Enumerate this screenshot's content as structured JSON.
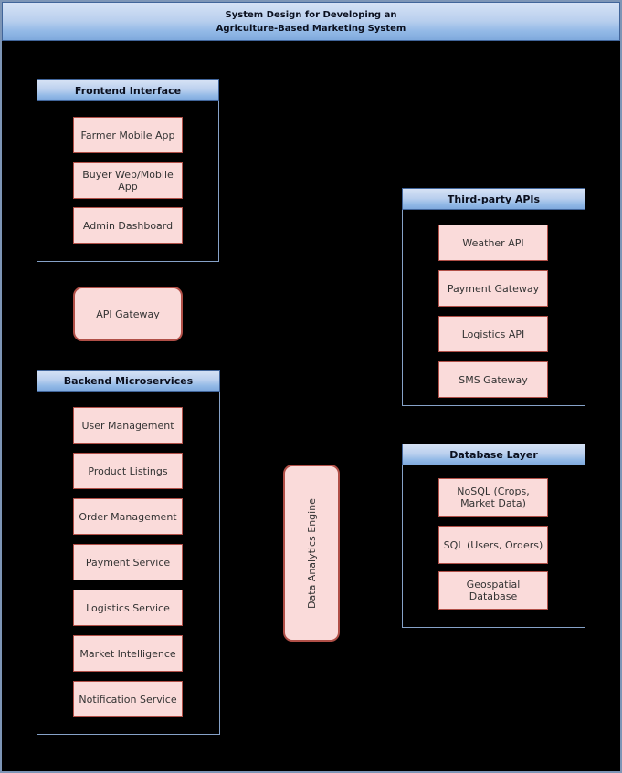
{
  "title": {
    "line1": "System Design for Developing an",
    "line2": "Agriculture-Based Marketing System"
  },
  "groups": [
    {
      "label": "Frontend Interface",
      "nodes": [
        "Farmer Mobile App",
        "Buyer Web/Mobile App",
        "Admin Dashboard"
      ]
    },
    {
      "label": "Backend Microservices",
      "nodes": [
        "User Management",
        "Product Listings",
        "Order Management",
        "Payment Service",
        "Logistics Service",
        "Market Intelligence",
        "Notification Service"
      ]
    },
    {
      "label": "Third-party APIs",
      "nodes": [
        "Weather API",
        "Payment Gateway",
        "Logistics API",
        "SMS Gateway"
      ]
    },
    {
      "label": "Database Layer",
      "nodes": [
        "NoSQL (Crops, Market Data)",
        "SQL (Users, Orders)",
        "Geospatial Database"
      ]
    }
  ],
  "standalone_nodes": {
    "api_gateway": "API Gateway",
    "data_analytics_engine": "Data Analytics Engine"
  },
  "colors": {
    "background": "#000000",
    "canvas_border": "#7d95b6",
    "header_gradient_top": "#d6e2f5",
    "header_gradient_bottom": "#7fa9dd",
    "header_border": "#41659a",
    "header_text": "#0a0f1e",
    "group_border": "#86a2c8",
    "node_fill": "#fadbda",
    "node_border": "#b04f47",
    "node_text": "#333333"
  }
}
